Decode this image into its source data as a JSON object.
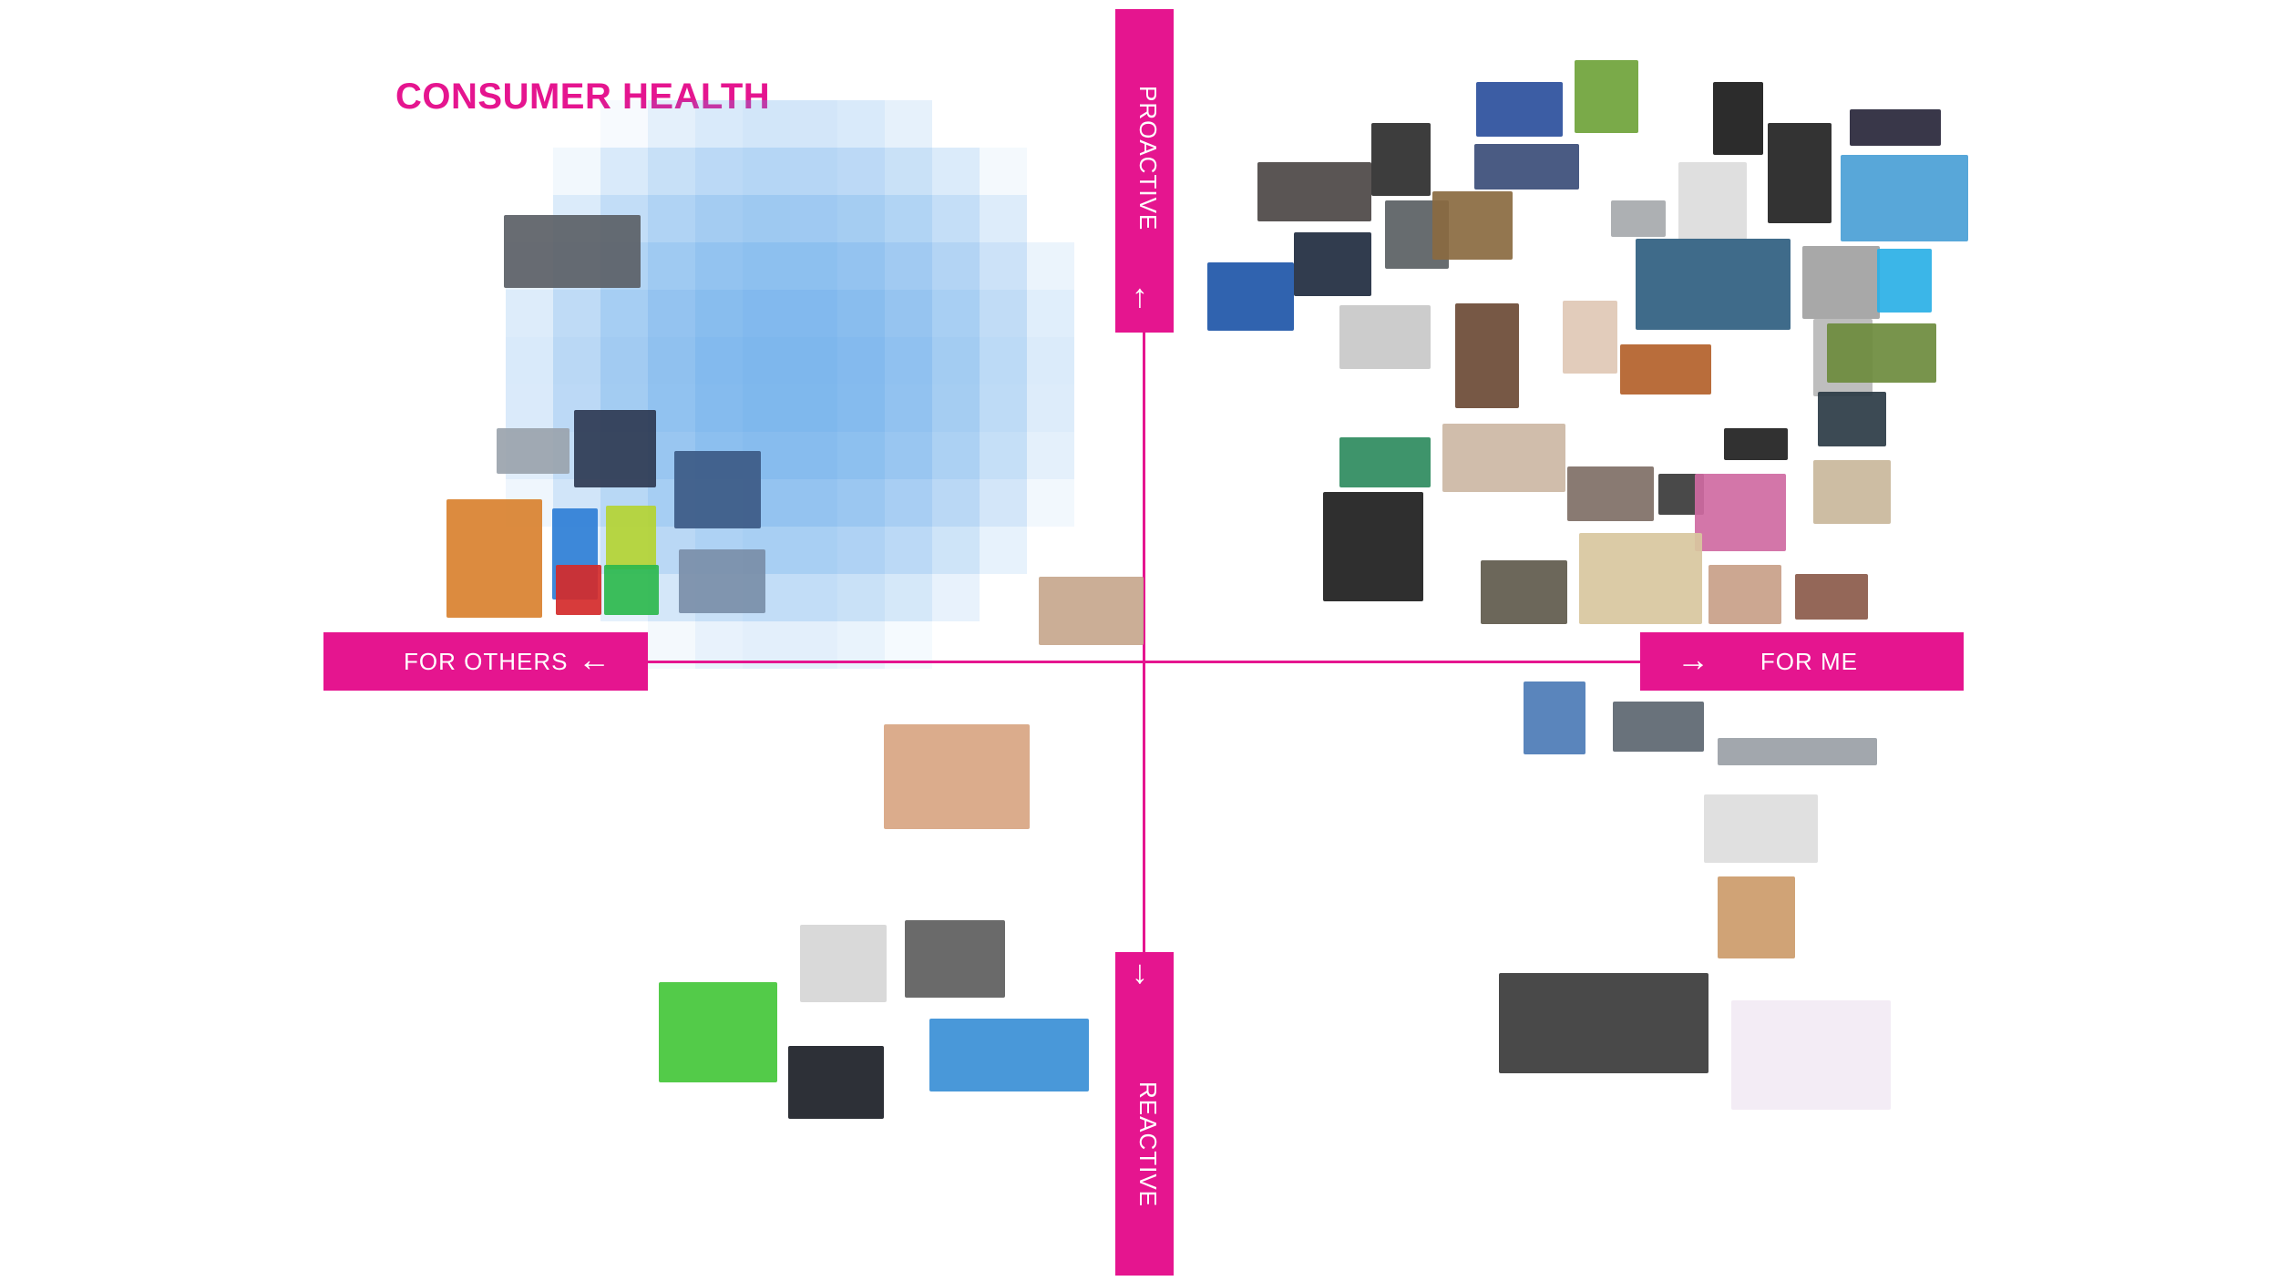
{
  "title": "CONSUMER HEALTH",
  "axes": {
    "top": "PROACTIVE",
    "bottom": "REACTIVE",
    "left": "FOR OTHERS",
    "right": "FOR ME"
  },
  "colors": {
    "accent": "#e5158f",
    "glow": "#5aa3e8"
  },
  "icons": {
    "up": "arrow-up-icon",
    "down": "arrow-down-icon",
    "left": "arrow-left-icon",
    "right": "arrow-right-icon"
  }
}
